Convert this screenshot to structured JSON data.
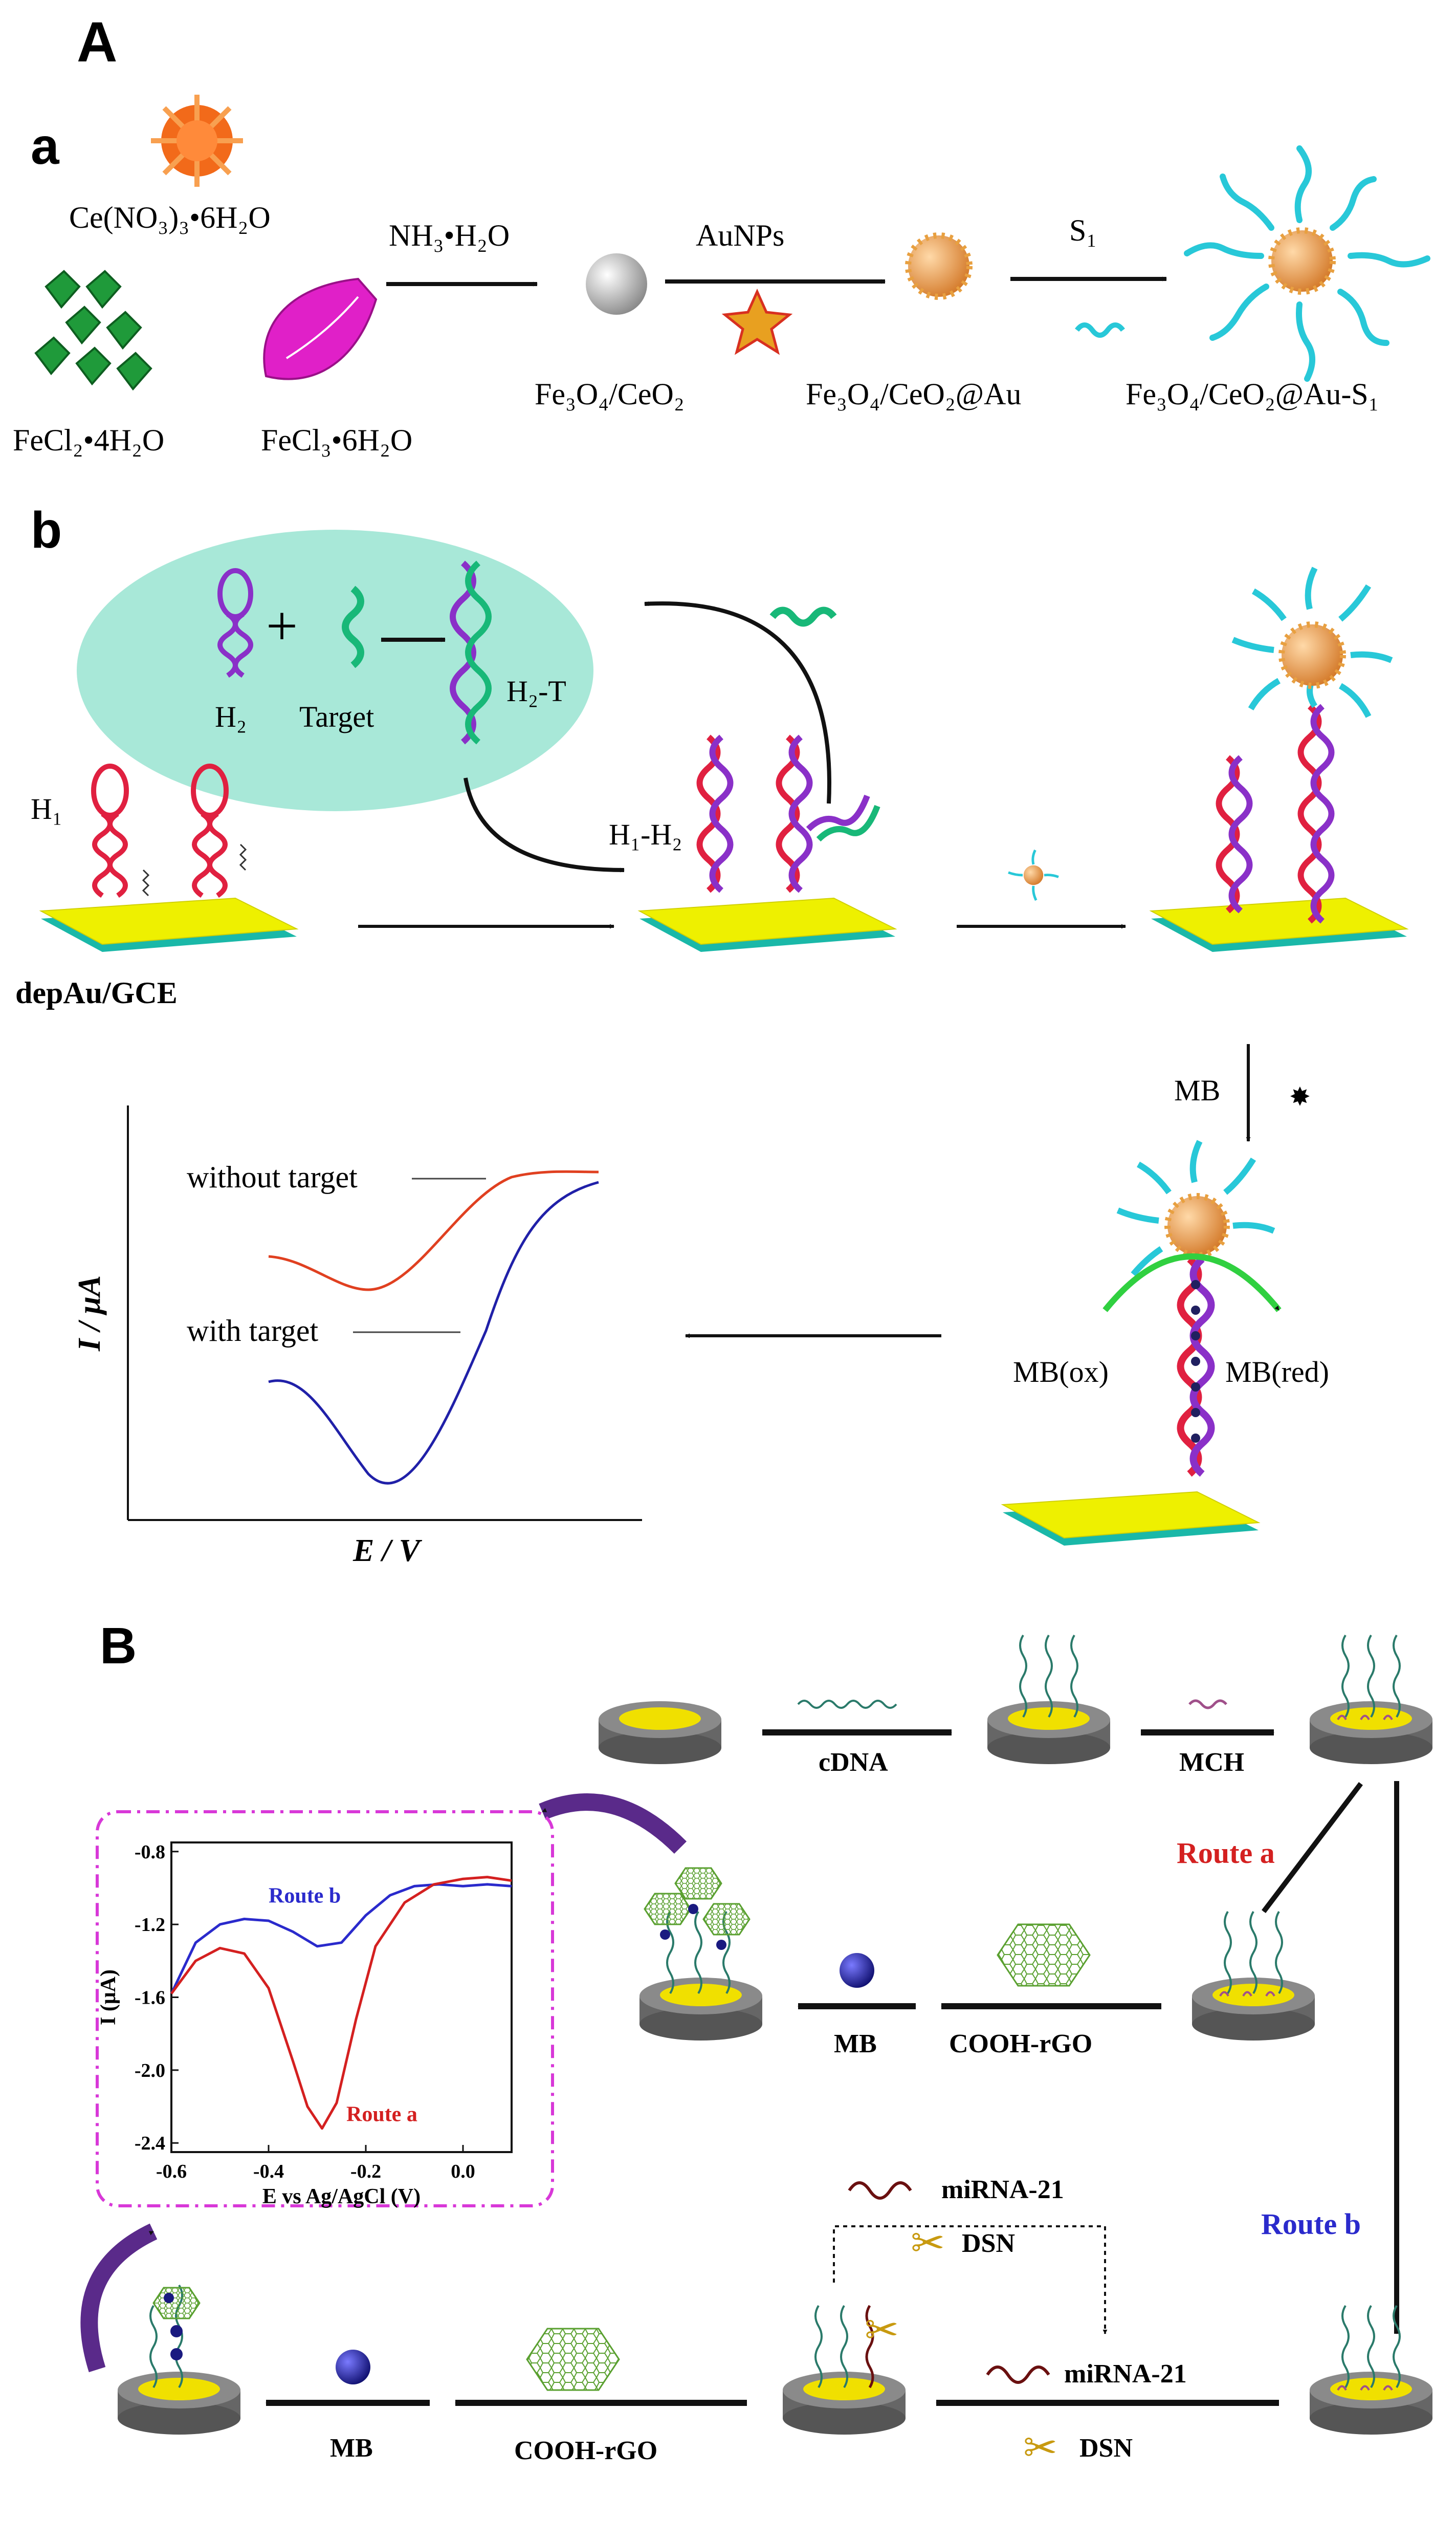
{
  "panel_A": {
    "letter": "A",
    "sub_a": {
      "letter": "a",
      "reagents": {
        "ce": "Ce(NO₃)₃•6H₂O",
        "fecl2": "FeCl₂•4H₂O",
        "fecl3": "FeCl₃•6H₂O"
      },
      "arrows": [
        "NH₃•H₂O",
        "AuNPs",
        "S₁"
      ],
      "products": [
        "Fe₃O₄/CeO₂",
        "Fe₃O₄/CeO₂@Au",
        "Fe₃O₄/CeO₂@Au-S₁"
      ]
    },
    "sub_b": {
      "letter": "b",
      "bubble": {
        "h2": "H₂",
        "plus": "+",
        "target": "Target",
        "h2t": "H₂-T"
      },
      "h1": "H₁",
      "electrode": "depAu/GCE",
      "h1h2": "H₁-H₂",
      "mb": "MB",
      "mb_ox": "MB(ox)",
      "mb_red": "MB(red)",
      "plot": {
        "ylabel": "I / μA",
        "xlabel": "E / V",
        "without": "without target",
        "with": "with target"
      }
    }
  },
  "panel_B": {
    "letter": "B",
    "cdna": "cDNA",
    "mch": "MCH",
    "route_a": "Route a",
    "route_b": "Route b",
    "mb_label_1": "MB",
    "cooh_1": "COOH-rGO",
    "mb_label_2": "MB",
    "cooh_2": "COOH-rGO",
    "mirna_top": "miRNA-21",
    "dsn_top": "DSN",
    "mirna_bottom": "miRNA-21",
    "dsn_bottom": "DSN",
    "colors": {
      "route_a": "#d42020",
      "route_b": "#2a2acc",
      "frame": "#d838d8"
    },
    "chart_data": {
      "type": "line",
      "xlabel": "E vs Ag/AgCl (V)",
      "ylabel": "I (μA)",
      "xlim": [
        -0.6,
        0.1
      ],
      "ylim": [
        -2.45,
        -0.75
      ],
      "xticks": [
        "-0.6",
        "-0.4",
        "-0.2",
        "0.0"
      ],
      "yticks": [
        "-0.8",
        "-1.2",
        "-1.6",
        "-2.0",
        "-2.4"
      ],
      "series": [
        {
          "name": "Route b",
          "color": "#2a2acc",
          "x": [
            -0.6,
            -0.55,
            -0.5,
            -0.45,
            -0.4,
            -0.35,
            -0.3,
            -0.25,
            -0.2,
            -0.15,
            -0.1,
            -0.05,
            0.0,
            0.05,
            0.1
          ],
          "y": [
            -1.58,
            -1.3,
            -1.2,
            -1.17,
            -1.18,
            -1.24,
            -1.32,
            -1.3,
            -1.15,
            -1.04,
            -0.99,
            -0.98,
            -0.99,
            -0.98,
            -0.99
          ]
        },
        {
          "name": "Route a",
          "color": "#d42020",
          "x": [
            -0.6,
            -0.55,
            -0.5,
            -0.45,
            -0.4,
            -0.35,
            -0.32,
            -0.29,
            -0.26,
            -0.22,
            -0.18,
            -0.12,
            -0.06,
            0.0,
            0.05,
            0.1
          ],
          "y": [
            -1.58,
            -1.4,
            -1.33,
            -1.36,
            -1.55,
            -1.95,
            -2.2,
            -2.32,
            -2.18,
            -1.72,
            -1.32,
            -1.08,
            -0.98,
            -0.95,
            -0.94,
            -0.96
          ]
        }
      ]
    }
  }
}
